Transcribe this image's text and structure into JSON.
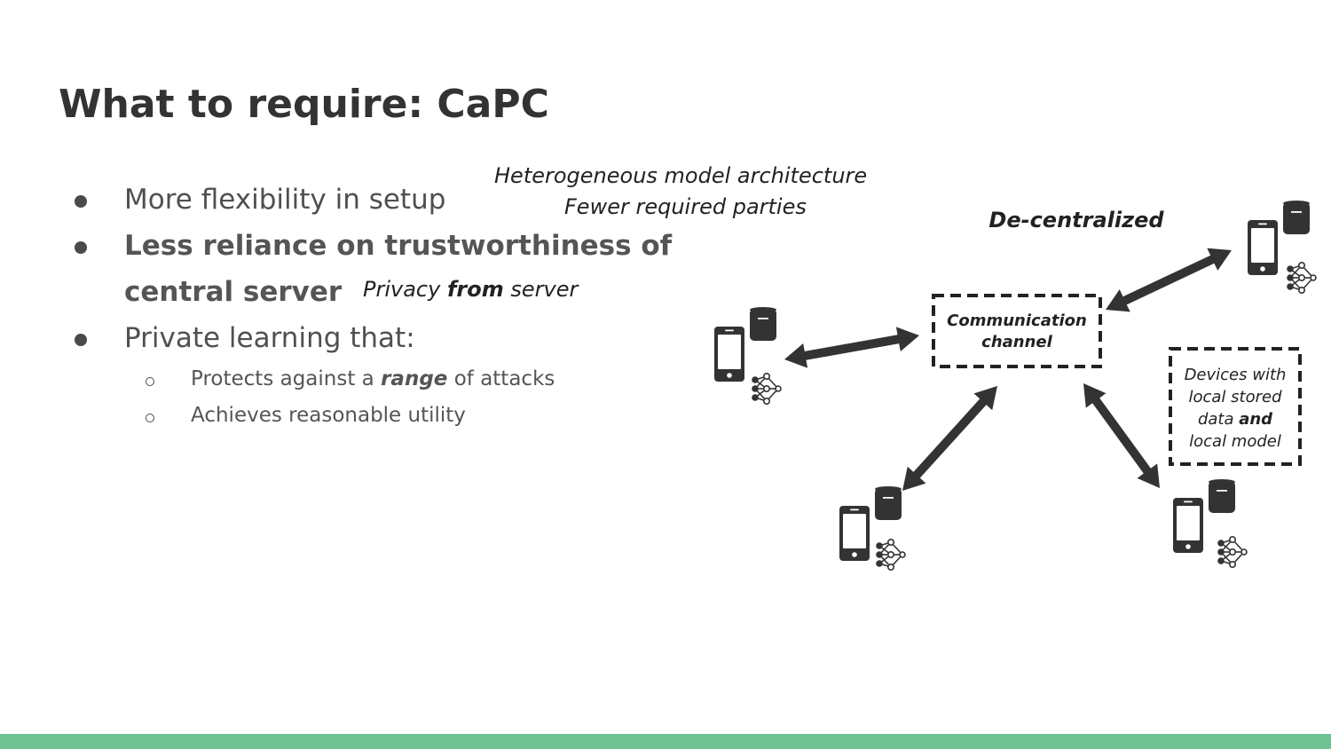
{
  "slide": {
    "title": "What to require: CaPC",
    "bullets": [
      {
        "text": "More flexibility in setup"
      },
      {
        "text_line1": "Less reliance on trustworthiness of",
        "text_line2": "central server"
      },
      {
        "text": "Private learning that:"
      }
    ],
    "sub_bullets": [
      {
        "pre": "Protects against a ",
        "em": "range",
        "post": " of attacks"
      },
      {
        "text": "Achieves reasonable utility"
      }
    ],
    "annotations": {
      "heterogeneous": "Heterogeneous model architecture",
      "fewer_parties": "Fewer required parties",
      "privacy_pre": "Privacy ",
      "privacy_em": "from",
      "privacy_post": " server"
    }
  },
  "diagram": {
    "label": "De-centralized",
    "channel_line1": "Communication",
    "channel_line2": "channel",
    "devices_line1": "Devices with",
    "devices_line2": "local stored",
    "devices_line3_pre": "data ",
    "devices_line3_em": "and",
    "devices_line4": "local model",
    "colors": {
      "icon": "#333333",
      "arrow": "#333333",
      "bar": "#6fc293"
    }
  }
}
